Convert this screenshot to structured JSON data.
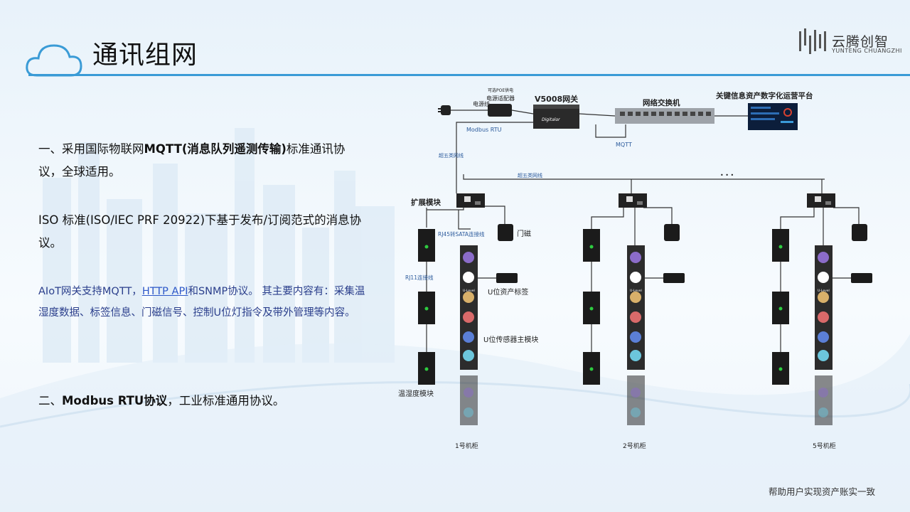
{
  "slide": {
    "title": "通讯组网",
    "footer": "帮助用户实现资产账实一致"
  },
  "logo": {
    "name_cn": "云腾创智",
    "name_en": "YUNTENG CHUANGZHI"
  },
  "text": {
    "p1_prefix": "一、采用国际物联网",
    "p1_bold": "MQTT(消息队列遥测传输)",
    "p1_suffix": "标准通讯协议，全球适用。",
    "p2": "ISO 标准(ISO/IEC PRF 20922)下基于发布/订阅范式的消息协议。",
    "p3_prefix": "AIoT网关支持MQTT，",
    "p3_link": "HTTP API",
    "p3_suffix": "和SNMP协议。 其主要内容有：采集温湿度数据、标签信息、门磁信号、控制U位灯指令及带外管理等内容。",
    "p4_prefix": "二、",
    "p4_bold": "Modbus RTU协议",
    "p4_suffix": "，工业标准通用协议。"
  },
  "diagram": {
    "power_cable": "电源线",
    "poe_adapter_line1": "可选POE供电",
    "poe_adapter_line2": "电源适配器",
    "gateway": "V5008网关",
    "gateway_brand": "Digitalor",
    "modbus_rtu": "Modbus RTU",
    "switch": "网络交换机",
    "mqtt": "MQTT",
    "platform": "关键信息资产数字化运营平台",
    "cat5e_1": "超五类网线",
    "cat5e_2": "超五类网线",
    "ellipsis": "• • •",
    "expansion_module": "扩展模块",
    "rj45_sata": "RJ45转SATA连接线",
    "door_sensor": "门磁",
    "rj11": "RJ11连接线",
    "u_tag": "U位资产标签",
    "u_sensor_main": "U位传感器主模块",
    "temp_humidity": "温湿度模块",
    "u_level": "U-Level",
    "cabinets": [
      "1号机柜",
      "2号机柜",
      "5号机柜"
    ]
  },
  "colors": {
    "accent": "#3a9bd6",
    "link": "#2d58c8",
    "body_blue": "#2b3f8c"
  }
}
